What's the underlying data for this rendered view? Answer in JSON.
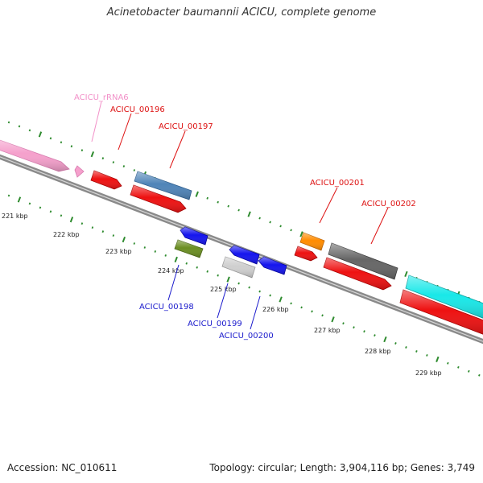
{
  "title": "Acinetobacter baumannii ACICU, complete genome",
  "footer": {
    "accession": "Accession: NC_010611",
    "topology": "Topology: circular; Length: 3,904,116 bp; Genes: 3,749"
  },
  "colors": {
    "backbone": "#8c8c8c",
    "ticks": "#2e8b2e",
    "rrna_label": "#f290c8",
    "forward_label": "#dd1111",
    "reverse_label": "#1a1acc"
  },
  "kbp_labels": [
    "221 kbp",
    "222 kbp",
    "223 kbp",
    "224 kbp",
    "225 kbp",
    "226 kbp",
    "227 kbp",
    "228 kbp",
    "229 kbp"
  ],
  "gene_labels": {
    "rrna6": "ACICU_rRNA6",
    "g196": "ACICU_00196",
    "g197": "ACICU_00197",
    "g198": "ACICU_00198",
    "g199": "ACICU_00199",
    "g200": "ACICU_00200",
    "g201": "ACICU_00201",
    "g202": "ACICU_00202"
  }
}
